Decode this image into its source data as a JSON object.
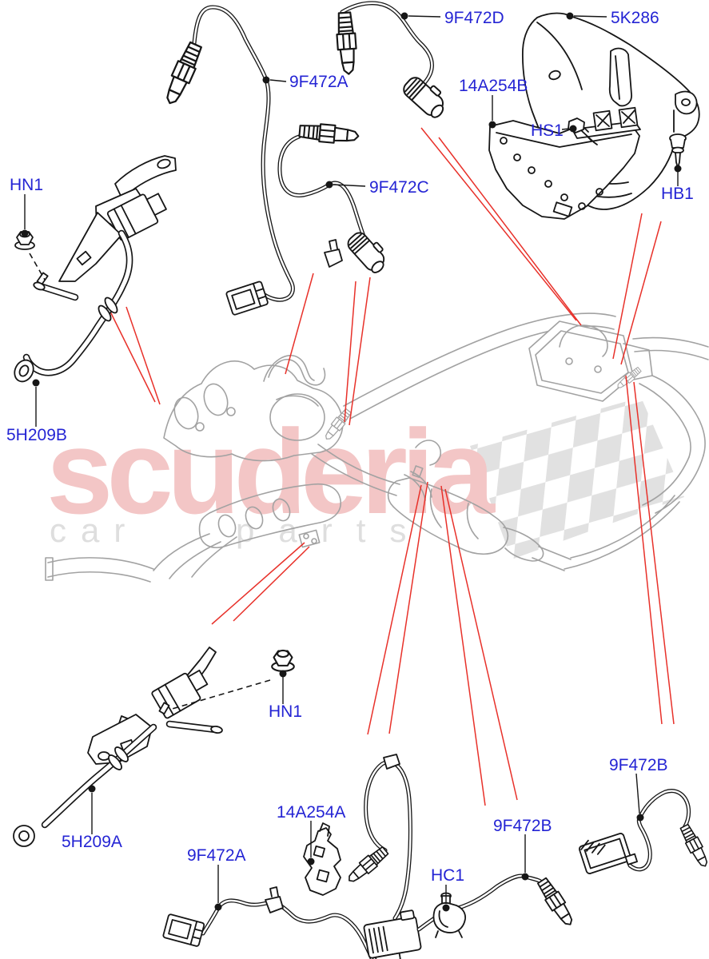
{
  "watermark": {
    "brand": "scuderia",
    "tagline_word1": "car",
    "tagline_word2": "parts",
    "brand_color": "#f3c6c6",
    "tagline_color": "#dedede",
    "checker_color": "#dcdcdc"
  },
  "diagram": {
    "type": "exploded-parts-diagram",
    "subject": "Exhaust sensors, heat shields and brackets",
    "colors": {
      "label_blue": "#2424d4",
      "part_line_art": "#161616",
      "context_gray": "#a2a2a2",
      "leader_red": "#e8312a",
      "background": "#ffffff"
    },
    "labels": [
      {
        "id": "9F472A-top",
        "text": "9F472A"
      },
      {
        "id": "9F472D",
        "text": "9F472D"
      },
      {
        "id": "5K286",
        "text": "5K286"
      },
      {
        "id": "14A254B",
        "text": "14A254B"
      },
      {
        "id": "HS1",
        "text": "HS1"
      },
      {
        "id": "HB1",
        "text": "HB1"
      },
      {
        "id": "HN1-top",
        "text": "HN1"
      },
      {
        "id": "9F472C",
        "text": "9F472C"
      },
      {
        "id": "5H209B",
        "text": "5H209B"
      },
      {
        "id": "5H209A",
        "text": "5H209A"
      },
      {
        "id": "HN1-bottom",
        "text": "HN1"
      },
      {
        "id": "14A254A",
        "text": "14A254A"
      },
      {
        "id": "9F472A-bottom",
        "text": "9F472A"
      },
      {
        "id": "HC1",
        "text": "HC1"
      },
      {
        "id": "9F472B-center",
        "text": "9F472B"
      },
      {
        "id": "9F472B-right",
        "text": "9F472B"
      }
    ]
  }
}
